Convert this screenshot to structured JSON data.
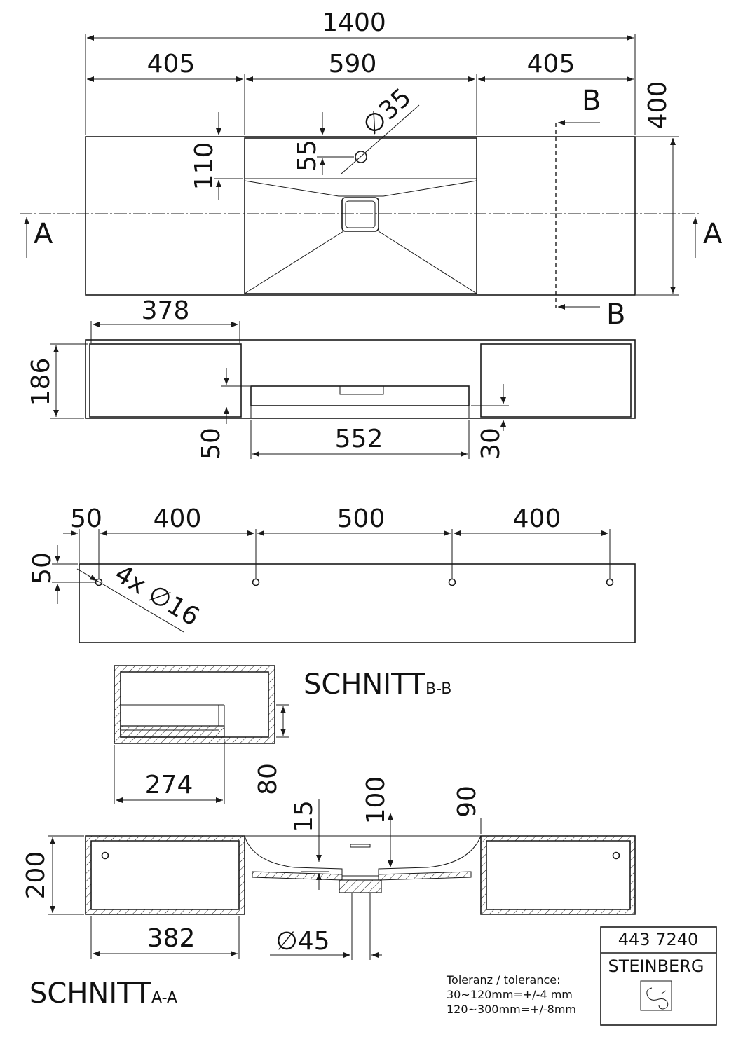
{
  "top_view": {
    "dim_total": "1400",
    "dim_left": "405",
    "dim_center": "590",
    "dim_right": "405",
    "dim_depth": "400",
    "dim_tap_offset": "110",
    "dim_tap_hole": "55",
    "dim_tap_diameter": "∅35",
    "section_a_left": "A",
    "section_a_right": "A",
    "section_b_top": "B",
    "section_b_bottom": "B"
  },
  "front_view": {
    "dim_drawer_width": "378",
    "dim_height": "186",
    "dim_basin_width": "552",
    "dim_left_offset": "50",
    "dim_right_offset": "30"
  },
  "back_view": {
    "dim_edge": "50",
    "dim_spacing_left": "400",
    "dim_spacing_center": "500",
    "dim_spacing_right": "400",
    "dim_vertical": "50",
    "dim_holes": "4x ∅16"
  },
  "section_bb": {
    "title": "SCHNITT",
    "suffix": "B-B",
    "dim_width": "274",
    "dim_height": "80"
  },
  "section_aa": {
    "title": "SCHNITT",
    "suffix": "A-A",
    "dim_15": "15",
    "dim_100": "100",
    "dim_90": "90",
    "dim_height": "200",
    "dim_width": "382",
    "dim_drain": "∅45"
  },
  "title_block": {
    "article_number": "443 7240",
    "brand": "STEINBERG",
    "tolerance_header": "Toleranz / tolerance:",
    "tolerance_line1": "30~120mm=+/-4  mm",
    "tolerance_line2": "120~300mm=+/-8mm"
  },
  "icons": {
    "brand_logo": "steinberg-logo-icon"
  }
}
